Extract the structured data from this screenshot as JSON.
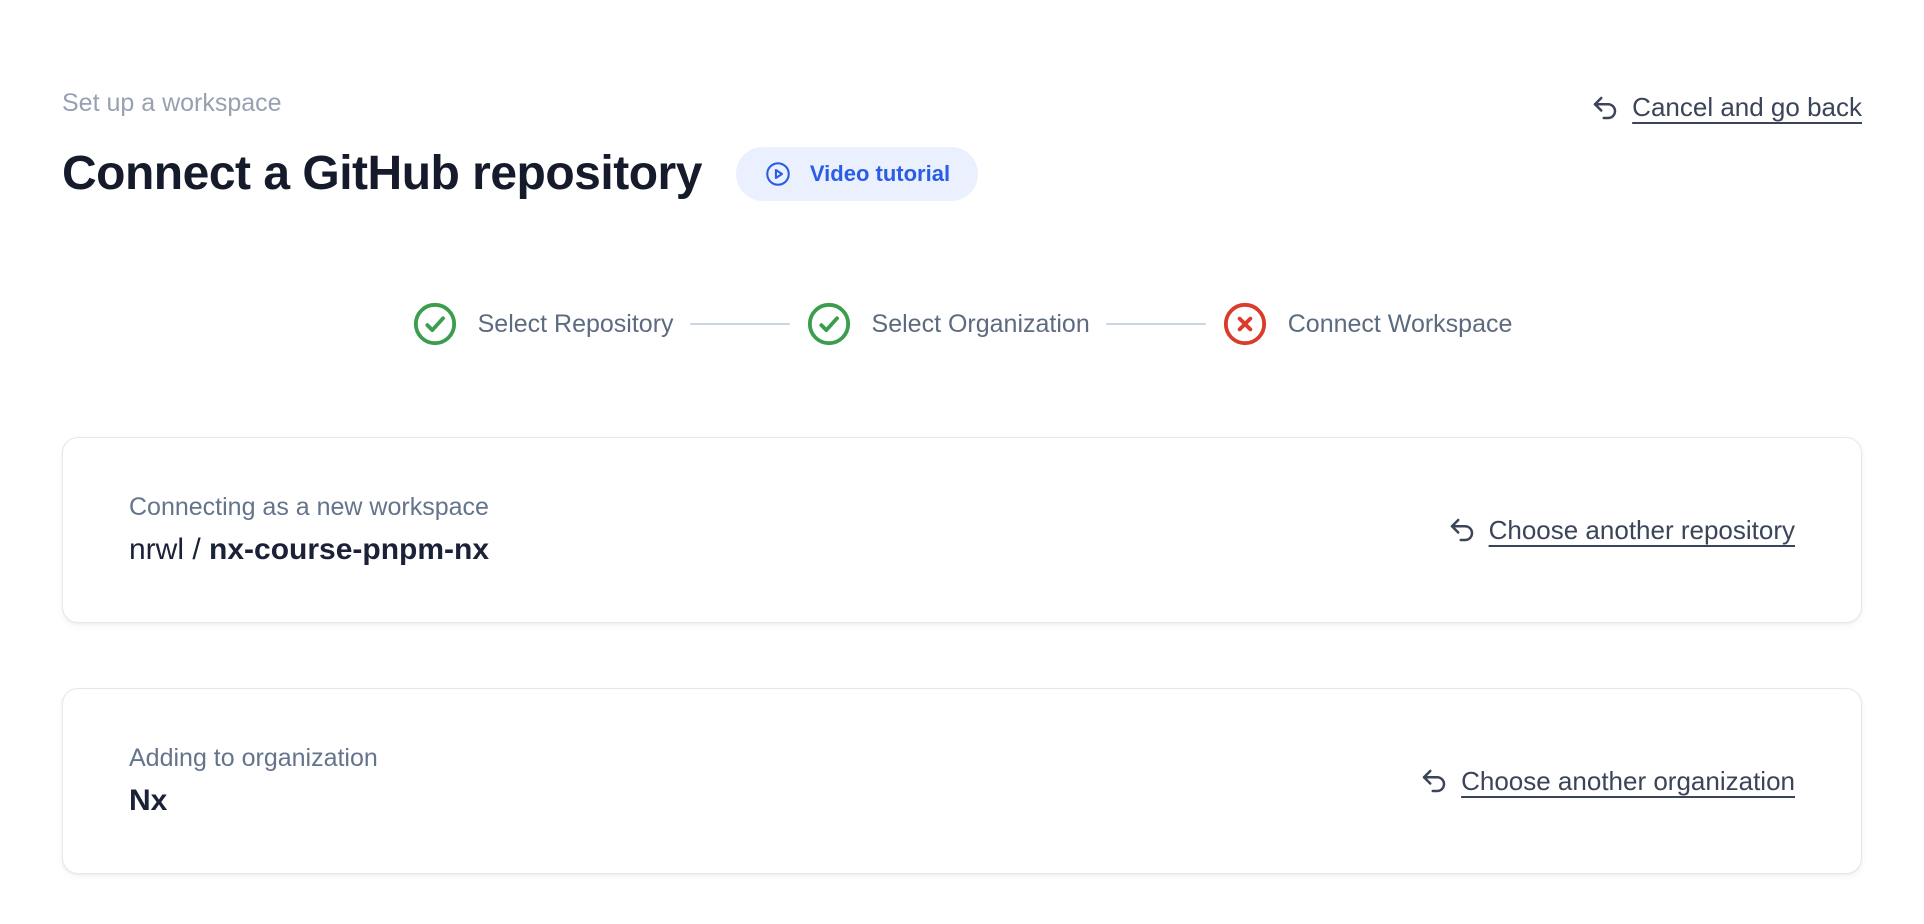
{
  "header": {
    "eyebrow": "Set up a workspace",
    "title": "Connect a GitHub repository",
    "video_button_label": "Video tutorial",
    "cancel_link_label": "Cancel and go back"
  },
  "stepper": {
    "steps": [
      {
        "label": "Select Repository",
        "status": "success"
      },
      {
        "label": "Select Organization",
        "status": "success"
      },
      {
        "label": "Connect Workspace",
        "status": "error"
      }
    ]
  },
  "repo_card": {
    "label": "Connecting as a new workspace",
    "owner_prefix": "nrwl / ",
    "repo_name": "nx-course-pnpm-nx",
    "action_label": "Choose another repository"
  },
  "org_card": {
    "label": "Adding to organization",
    "org_name": "Nx",
    "action_label": "Choose another organization"
  },
  "colors": {
    "success": "#3b9e4f",
    "error": "#da3b2b",
    "accent": "#2b5ce5",
    "accent_bg": "#eaf0fd",
    "link": "#3b4559",
    "muted": "#64748b",
    "eyebrow": "#97a1b2",
    "heading": "#161b2c",
    "value": "#1b2136",
    "border": "#e2e8f0",
    "connector": "#cbd5e1"
  }
}
